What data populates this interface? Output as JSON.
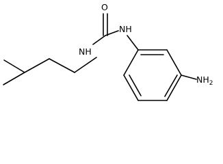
{
  "molecule": {
    "atoms": {
      "oxygen": "O",
      "amide_nh_left": "NH",
      "amide_nh_right": "NH",
      "amine": "NH2"
    },
    "bond_color": "#000000",
    "label_color": "#000000",
    "background": "#ffffff"
  }
}
